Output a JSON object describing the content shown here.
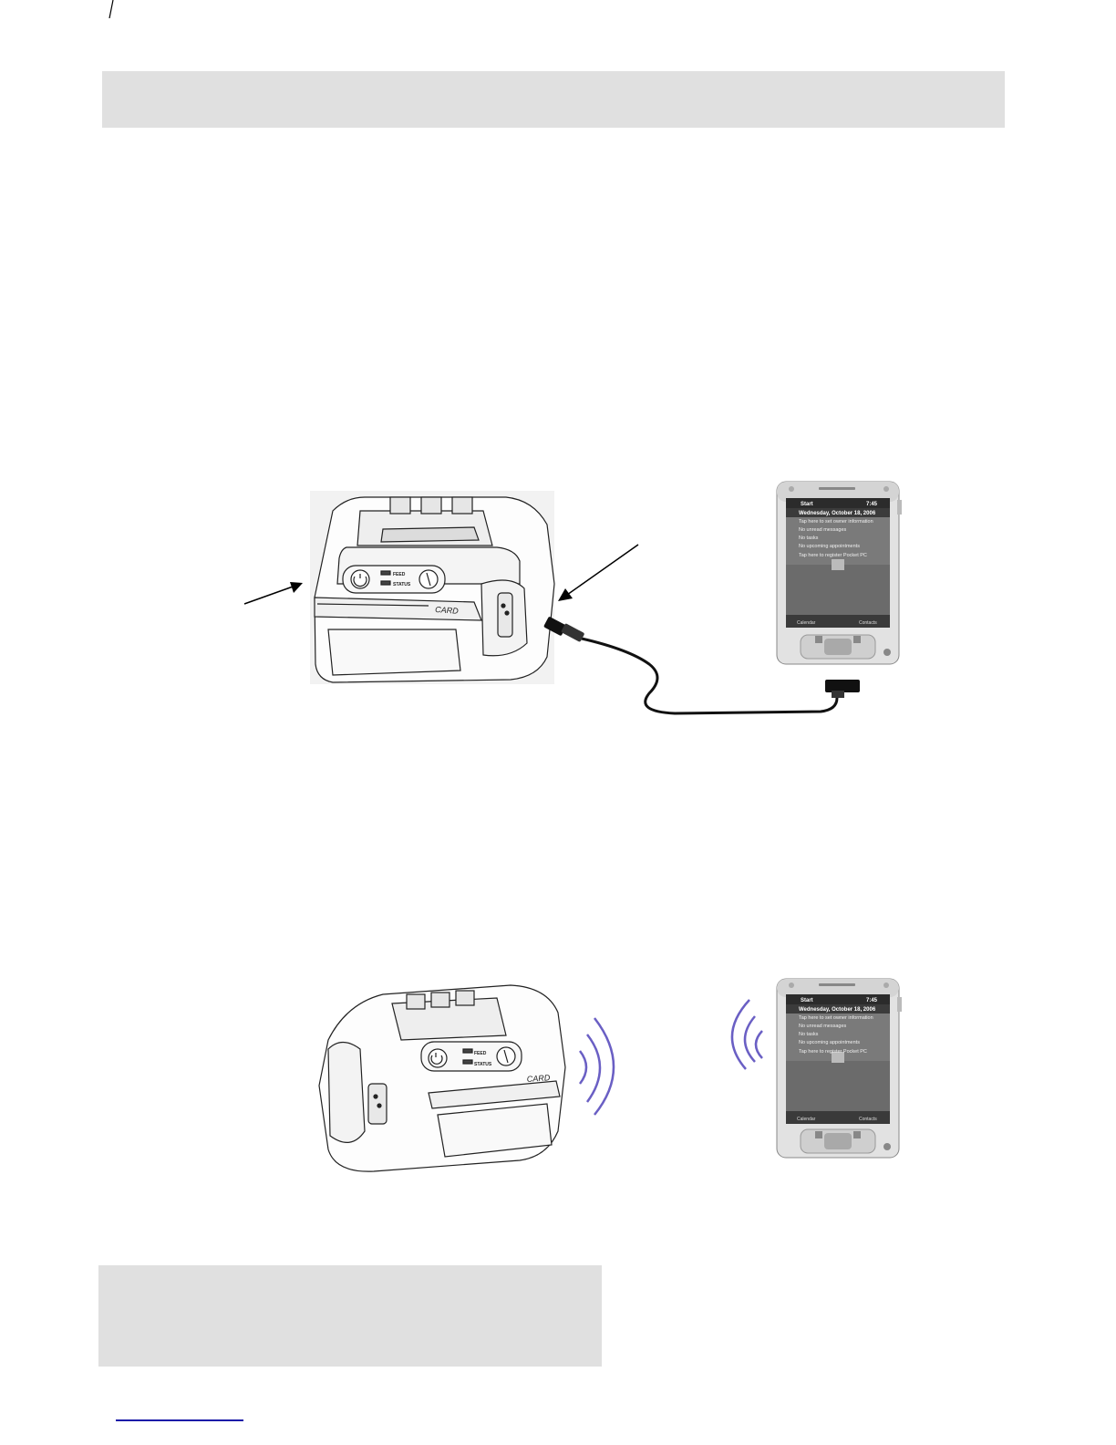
{
  "pda": {
    "start_label": "Start",
    "clock": "7:45",
    "date": "Wednesday, October 18, 2006",
    "items": [
      "Tap here to set owner information",
      "No unread messages",
      "No tasks",
      "No upcoming appointments",
      "Tap here to register Pocket PC"
    ],
    "softkey_left": "Calendar",
    "softkey_right": "Contacts"
  },
  "printer": {
    "card_label": "CARD",
    "feed_label": "FEED",
    "status_label": "STATUS"
  }
}
